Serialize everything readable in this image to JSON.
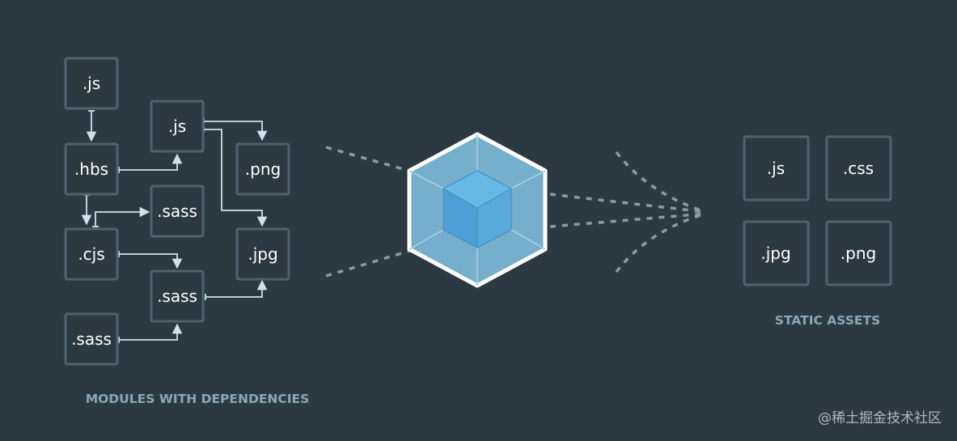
{
  "colors": {
    "background": "#2b3a42",
    "box_border": "#4d636f",
    "connector": "#cfe1ea",
    "dotted": "#8b9aa3",
    "cube_outer_fill": "#75afcc",
    "cube_inner_fill": "#5aa9dd",
    "caption": "#8aa6b7"
  },
  "modules": {
    "caption": "MODULES WITH DEPENDENCIES",
    "boxes": [
      {
        "id": "js-top",
        "label": ".js"
      },
      {
        "id": "hbs",
        "label": ".hbs"
      },
      {
        "id": "cjs",
        "label": ".cjs"
      },
      {
        "id": "sass-bottom",
        "label": ".sass"
      },
      {
        "id": "js-mid",
        "label": ".js"
      },
      {
        "id": "sass-upper",
        "label": ".sass"
      },
      {
        "id": "sass-lower",
        "label": ".sass"
      },
      {
        "id": "png",
        "label": ".png"
      },
      {
        "id": "jpg",
        "label": ".jpg"
      }
    ]
  },
  "bundler": {
    "icon": "webpack-cube-icon"
  },
  "assets": {
    "caption": "STATIC ASSETS",
    "boxes": [
      {
        "id": "asset-js",
        "label": ".js"
      },
      {
        "id": "asset-css",
        "label": ".css"
      },
      {
        "id": "asset-jpg",
        "label": ".jpg"
      },
      {
        "id": "asset-png",
        "label": ".png"
      }
    ]
  },
  "watermark": "@稀土掘金技术社区"
}
